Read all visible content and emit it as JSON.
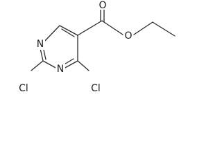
{
  "molecule": {
    "atoms": {
      "ring_n1": "N",
      "ring_n3": "N",
      "cl_c2": "Cl",
      "cl_c4": "Cl",
      "carbonyl_o": "O",
      "ester_o": "O"
    }
  },
  "colors": {
    "bond": "#2a2a2a",
    "label": "#1a1a1a",
    "background": "#ffffff"
  }
}
